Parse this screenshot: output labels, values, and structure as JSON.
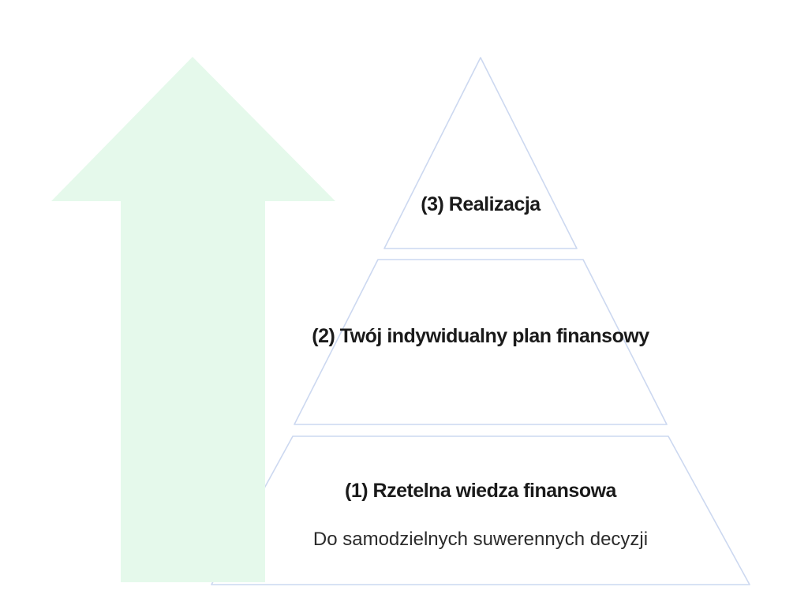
{
  "diagram": {
    "type": "pyramid",
    "levels": [
      {
        "rank": 3,
        "label": "(3) Realizacja"
      },
      {
        "rank": 2,
        "label": "(2) Twój indywidualny plan finansowy"
      },
      {
        "rank": 1,
        "label": "(1) Rzetelna wiedza finansowa",
        "sublabel": "Do samodzielnych suwerennych decyzji"
      }
    ],
    "arrow": {
      "direction": "up",
      "color": "#e5f9eb"
    },
    "colors": {
      "background": "#ffffff",
      "pyramid_border": "#ccd8f0",
      "label_text": "#1a1a1a",
      "sublabel_text": "#2b2b2b"
    }
  }
}
